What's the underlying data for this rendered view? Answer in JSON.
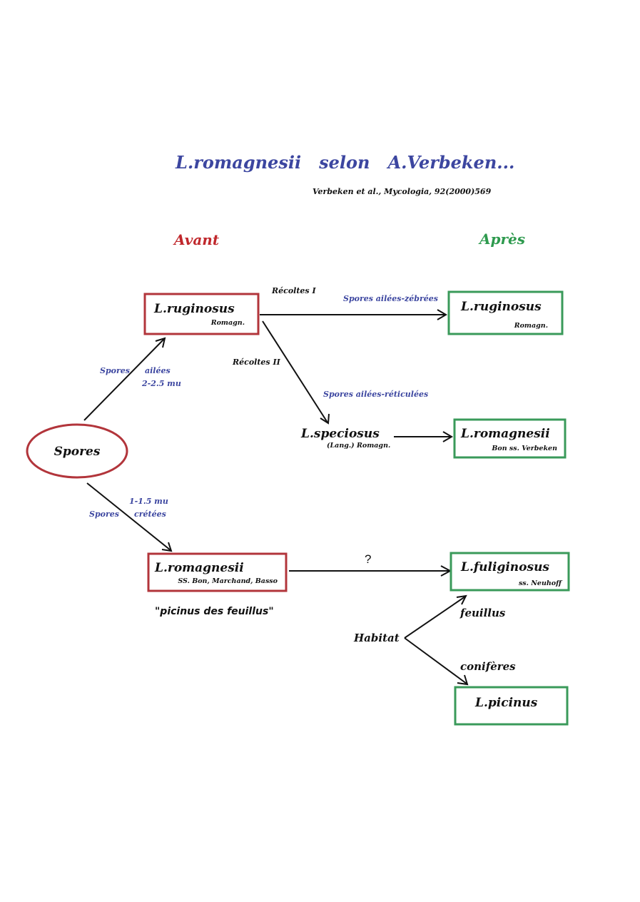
{
  "title": "L.romagnesii   selon   A.Verbeken...",
  "reference": "Verbeken et al., Mycologia, 92(2000)569",
  "columns": {
    "before": "Avant",
    "after": "Après"
  },
  "colors": {
    "title": "#3c46a0",
    "before": "#c0282c",
    "after": "#2e9a4e",
    "red_box": "#b2353b",
    "green_box": "#3a9a5a"
  },
  "nodes": {
    "spores": {
      "label": "Spores"
    },
    "ruginosus_before": {
      "name": "L.ruginosus",
      "author": "Romagn."
    },
    "romagnesii_before": {
      "name": "L.romagnesii",
      "author": "SS. Bon, Marchand, Basso",
      "note": "\"picinus des feuillus\""
    },
    "speciosus": {
      "name": "L.speciosus",
      "author": "(Lang.) Romagn."
    },
    "ruginosus_after": {
      "name": "L.ruginosus",
      "author": "Romagn."
    },
    "romagnesii_after": {
      "name": "L.romagnesii",
      "author": "Bon ss. Verbeken"
    },
    "fuliginosus": {
      "name": "L.fuliginosus",
      "author": "ss. Neuhoff"
    },
    "picinus": {
      "name": "L.picinus"
    },
    "habitat": {
      "label": "Habitat"
    }
  },
  "edges": {
    "spores_to_ruginosus": {
      "label_left": "Spores",
      "label_right": "ailées",
      "label_size": "2-2.5 mu"
    },
    "spores_to_romagnesii": {
      "label_left": "Spores",
      "label_size": "1-1.5 mu",
      "label_right": "crétées"
    },
    "recoltes_1": {
      "label": "Récoltes I",
      "spore_label": "Spores ailées-zébrées"
    },
    "recoltes_2": {
      "label": "Récoltes II",
      "spore_label": "Spores ailées-réticulées"
    },
    "romagnesii_to_fuliginosus": {
      "label": "?"
    },
    "habitat_feuillus": {
      "label": "feuillus"
    },
    "habitat_coniferes": {
      "label": "conifères"
    }
  }
}
